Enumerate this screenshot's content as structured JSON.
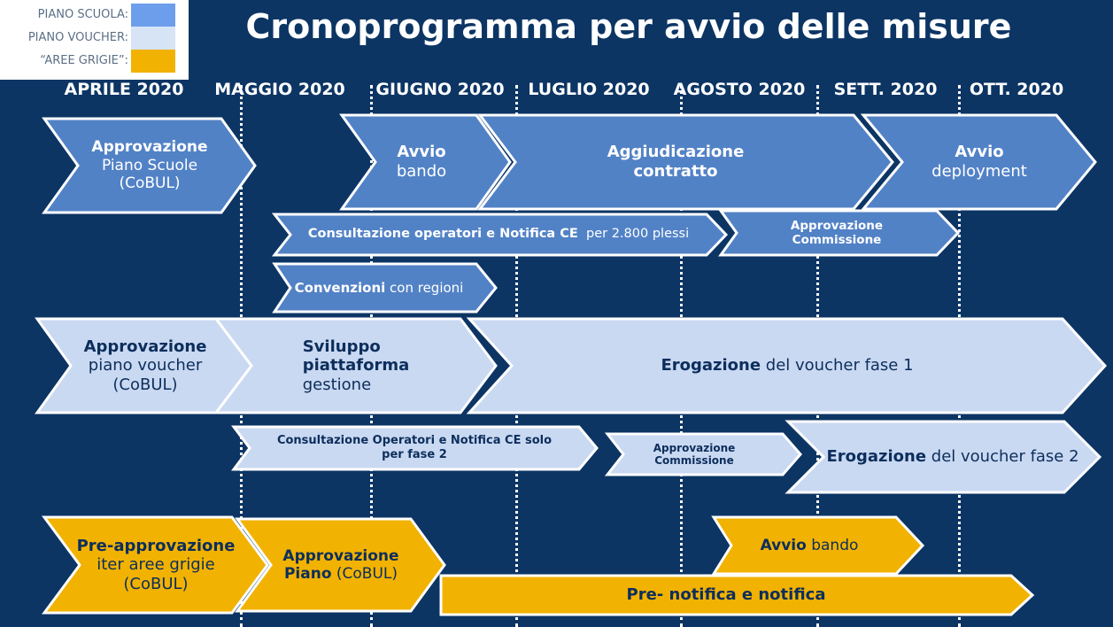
{
  "title": "Cronoprogramma per avvio delle misure",
  "colors": {
    "background": "#0c3564",
    "piano_scuola": "#5282c6",
    "piano_voucher": "#cad9f2",
    "aree_grigie": "#f2b201"
  },
  "legend": [
    {
      "label": "PIANO SCUOLA:",
      "color": "#6d9eeb"
    },
    {
      "label": "PIANO VOUCHER:",
      "color": "#d6e4f6"
    },
    {
      "label": "“AREE GRIGIE”:",
      "color": "#f2b201"
    }
  ],
  "months": [
    "APRILE 2020",
    "MAGGIO 2020",
    "GIUGNO 2020",
    "LUGLIO 2020",
    "AGOSTO 2020",
    "SETT. 2020",
    "OTT. 2020"
  ],
  "shapes": [
    {
      "lines": [
        [
          {
            "t": "Approvazione",
            "b": true
          }
        ],
        [
          {
            "t": "Piano Scuole"
          }
        ],
        [
          {
            "t": "(CoBUL)"
          }
        ]
      ]
    },
    {
      "lines": [
        [
          {
            "t": "Avvio",
            "b": true
          }
        ],
        [
          {
            "t": "bando"
          }
        ]
      ]
    },
    {
      "lines": [
        [
          {
            "t": "Aggiudicazione",
            "b": true
          }
        ],
        [
          {
            "t": "contratto",
            "b": true
          }
        ]
      ]
    },
    {
      "lines": [
        [
          {
            "t": "Avvio",
            "b": true
          }
        ],
        [
          {
            "t": "deployment"
          }
        ]
      ]
    },
    {
      "lines": [
        [
          {
            "t": "Consultazione operatori e Notifica CE",
            "b": true
          },
          {
            "t": "  per 2.800 plessi"
          }
        ]
      ]
    },
    {
      "lines": [
        [
          {
            "t": "Approvazione",
            "b": true
          }
        ],
        [
          {
            "t": "Commissione",
            "b": true
          }
        ]
      ]
    },
    {
      "lines": [
        [
          {
            "t": "Convenzioni",
            "b": true
          },
          {
            "t": " con regioni"
          }
        ]
      ]
    },
    {
      "lines": [
        [
          {
            "t": "Approvazione",
            "b": true
          }
        ],
        [
          {
            "t": "piano voucher"
          }
        ],
        [
          {
            "t": "(CoBUL)"
          }
        ]
      ]
    },
    {
      "lines": [
        [
          {
            "t": "Sviluppo",
            "b": true
          }
        ],
        [
          {
            "t": "piattaforma",
            "b": true
          }
        ],
        [
          {
            "t": "gestione"
          }
        ]
      ]
    },
    {
      "lines": [
        [
          {
            "t": "Erogazione",
            "b": true
          },
          {
            "t": " del voucher fase 1"
          }
        ]
      ]
    },
    {
      "lines": [
        [
          {
            "t": "Consultazione Operatori e Notifica CE solo",
            "b": true
          }
        ],
        [
          {
            "t": "per fase 2",
            "b": true
          }
        ]
      ]
    },
    {
      "lines": [
        [
          {
            "t": "Approvazione",
            "b": true
          }
        ],
        [
          {
            "t": "Commissione",
            "b": true
          }
        ]
      ]
    },
    {
      "lines": [
        [
          {
            "t": "Erogazione",
            "b": true
          },
          {
            "t": " del voucher fase 2"
          }
        ]
      ]
    },
    {
      "lines": [
        [
          {
            "t": "Pre-approvazione",
            "b": true
          }
        ],
        [
          {
            "t": "iter aree grigie"
          }
        ],
        [
          {
            "t": "(CoBUL)"
          }
        ]
      ]
    },
    {
      "lines": [
        [
          {
            "t": "Approvazione",
            "b": true
          }
        ],
        [
          {
            "t": "Piano",
            "b": true
          },
          {
            "t": " (CoBUL)"
          }
        ]
      ]
    },
    {
      "lines": [
        [
          {
            "t": "Avvio",
            "b": true
          },
          {
            "t": " bando"
          }
        ]
      ]
    },
    {
      "lines": [
        [
          {
            "t": "Pre- notifica e notifica",
            "b": true
          }
        ]
      ]
    }
  ]
}
